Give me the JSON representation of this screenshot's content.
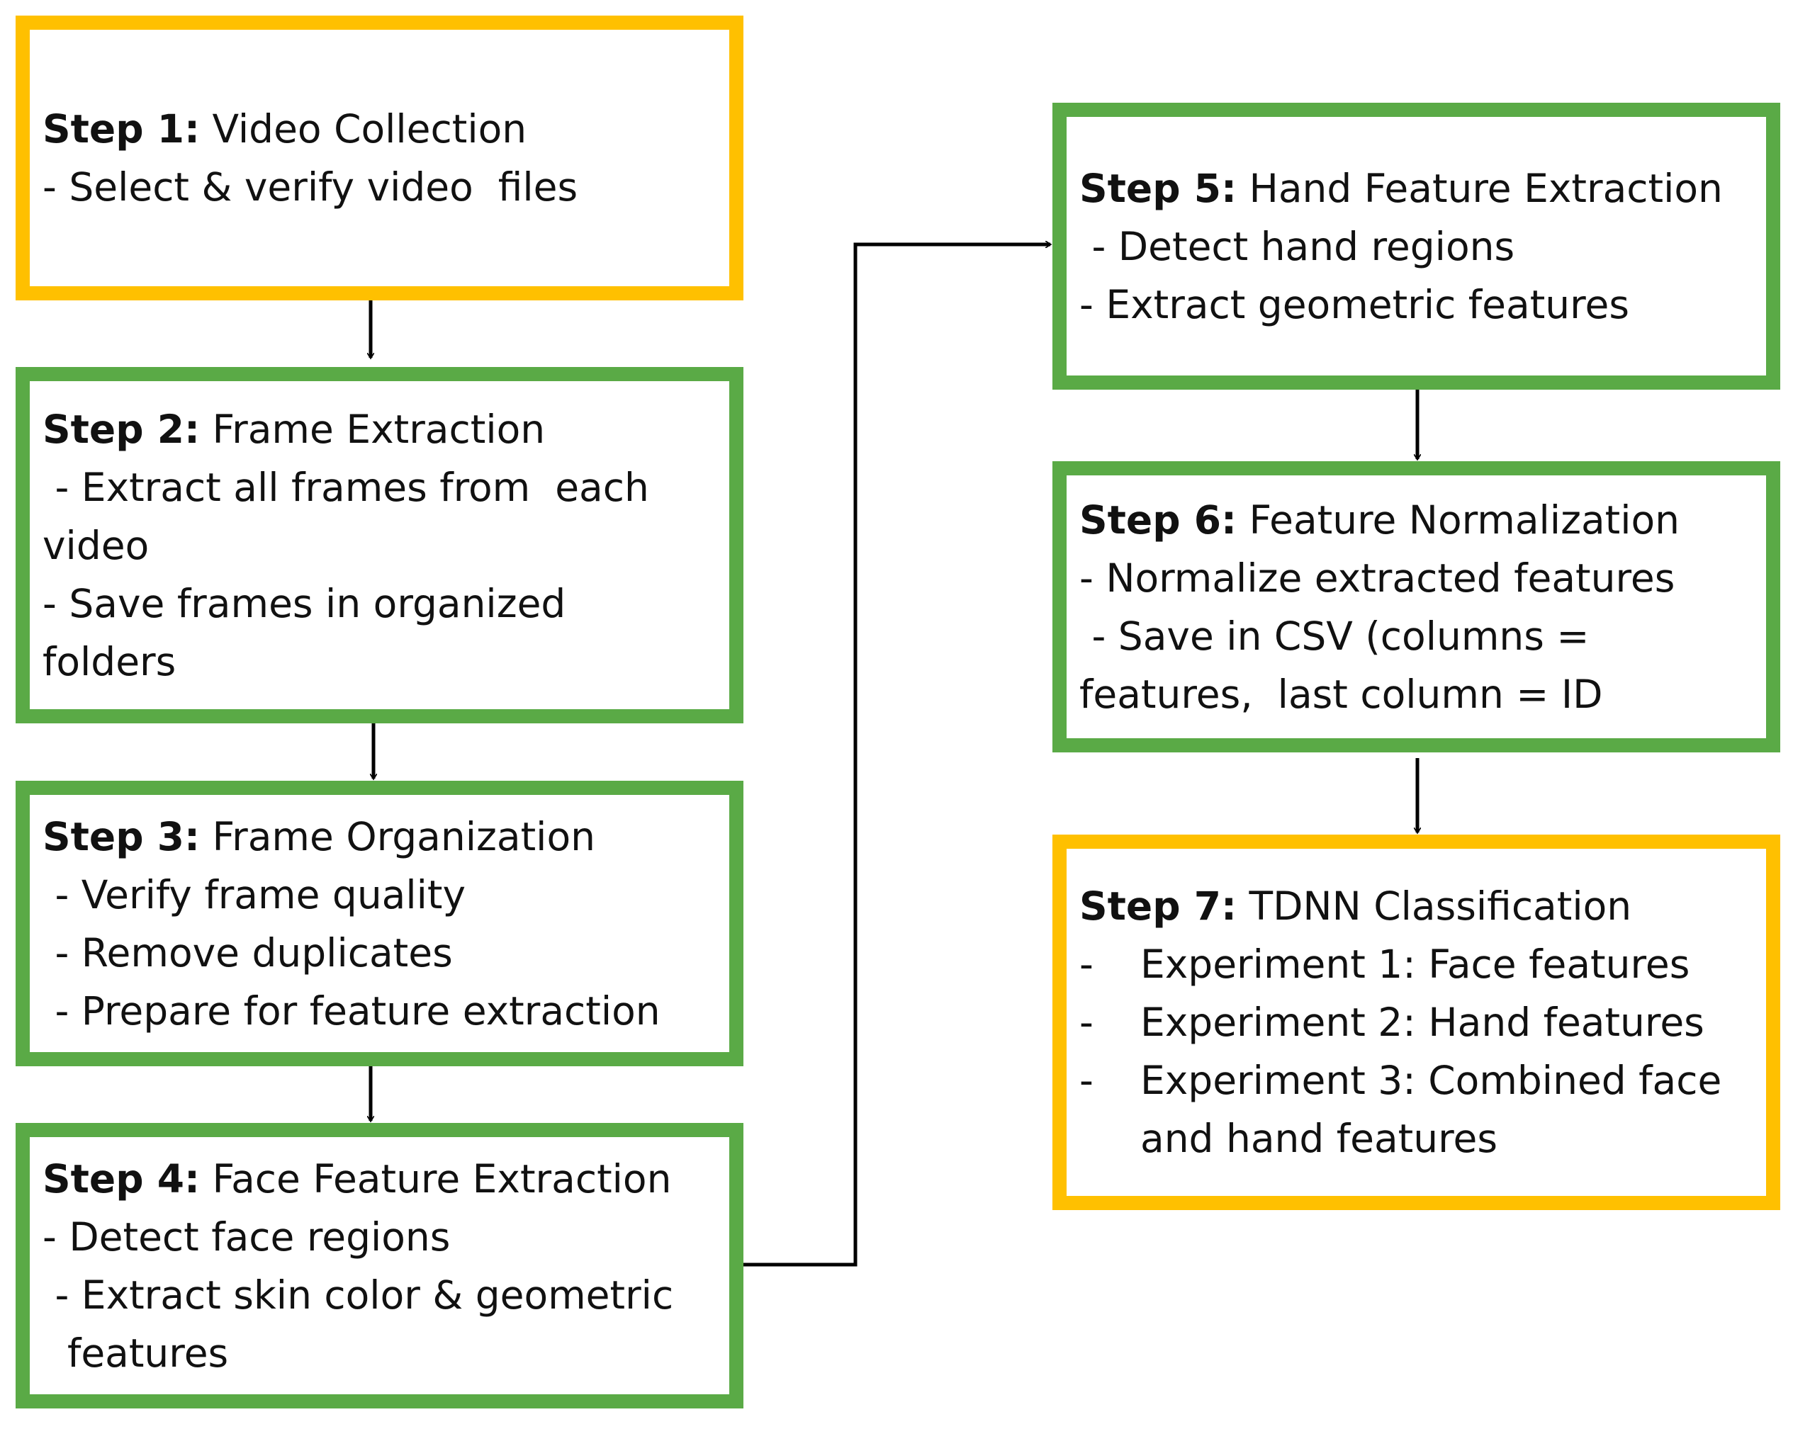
{
  "colors": {
    "gold": "#FFC000",
    "green": "#5AAA46",
    "arrow": "#000000"
  },
  "steps": [
    {
      "label": "Step 1:",
      "title": "Video Collection",
      "lines": [
        "- Select & verify video  files"
      ]
    },
    {
      "label": "Step 2:",
      "title": "Frame Extraction",
      "lines": [
        " - Extract all frames from  each",
        "video",
        "- Save frames in organized",
        "folders"
      ]
    },
    {
      "label": "Step 3:",
      "title": "Frame Organization",
      "lines": [
        " - Verify frame quality",
        " - Remove duplicates",
        " - Prepare for feature extraction"
      ]
    },
    {
      "label": "Step 4:",
      "title": "Face Feature Extraction",
      "lines": [
        "- Detect face regions",
        " - Extract skin color & geometric",
        "  features"
      ]
    },
    {
      "label": "Step 5:",
      "title": "Hand Feature Extraction",
      "lines": [
        " - Detect hand regions",
        "- Extract geometric features"
      ]
    },
    {
      "label": "Step 6:",
      "title": "Feature Normalization",
      "lines": [
        "- Normalize extracted features",
        " - Save in CSV (columns =",
        "features,  last column = ID"
      ]
    },
    {
      "label": "Step 7:",
      "title": "TDNN Classification",
      "bullets": [
        "-",
        "-",
        "-",
        ""
      ],
      "lines": [
        "Experiment 1: Face features",
        "Experiment 2: Hand features",
        "Experiment 3: Combined face",
        "and hand features"
      ]
    }
  ]
}
